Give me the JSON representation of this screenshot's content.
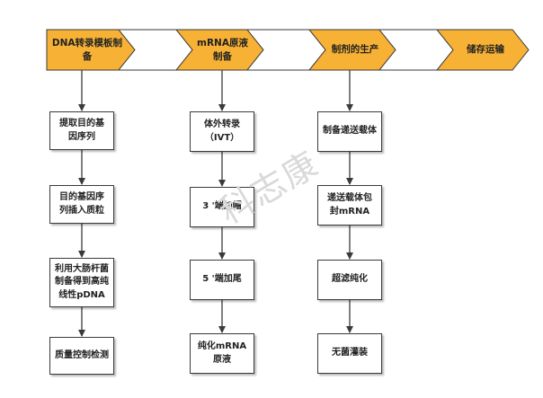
{
  "stages": [
    {
      "label": "DNA转录模板制\n备",
      "color": "#f7b135"
    },
    {
      "label": "",
      "color": "#ffffff"
    },
    {
      "label": "mRNA原液制备",
      "color": "#f7b135"
    },
    {
      "label": "",
      "color": "#ffffff"
    },
    {
      "label": "制剂的生产",
      "color": "#f7b135"
    },
    {
      "label": "",
      "color": "#ffffff"
    },
    {
      "label": "储存运输",
      "color": "#f7b135"
    }
  ],
  "columns": [
    {
      "steps": [
        "提取目的基\n因序列",
        "目的基因序\n列插入质粒",
        "利用大肠杆菌\n制备得到高纯\n线性pDNA",
        "质量控制检测"
      ]
    },
    {
      "steps": [
        "体外转录\n（IVT）",
        "3 '端加帽",
        "5 '端加尾",
        "纯化mRNA\n原液"
      ]
    },
    {
      "steps": [
        "制备递送载体",
        "递送载体包\n封mRNA",
        "超滤纯化",
        "无菌灌装"
      ]
    }
  ],
  "watermark": "科志康",
  "colors": {
    "stage_accent": "#f7b135",
    "stroke": "#3a3a3a"
  }
}
